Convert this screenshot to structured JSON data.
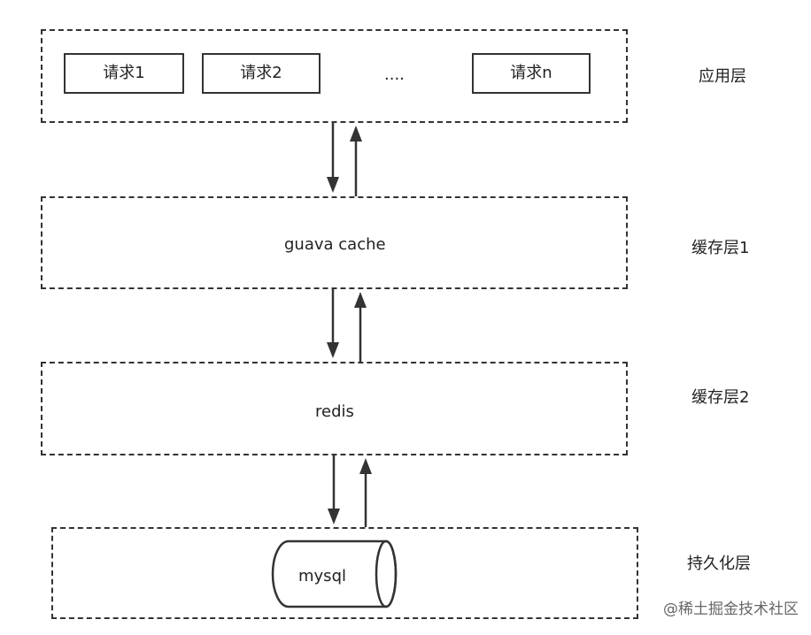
{
  "layers": {
    "app": {
      "label": "应用层",
      "requests": [
        "请求1",
        "请求2",
        "请求n"
      ],
      "ellipsis": "...."
    },
    "cache1": {
      "label": "缓存层1",
      "content": "guava cache"
    },
    "cache2": {
      "label": "缓存层2",
      "content": "redis"
    },
    "persistence": {
      "label": "持久化层",
      "content": "mysql"
    }
  },
  "watermark": "@稀土掘金技术社区",
  "colors": {
    "stroke": "#333333",
    "text": "#222222",
    "watermark": "#666666"
  }
}
